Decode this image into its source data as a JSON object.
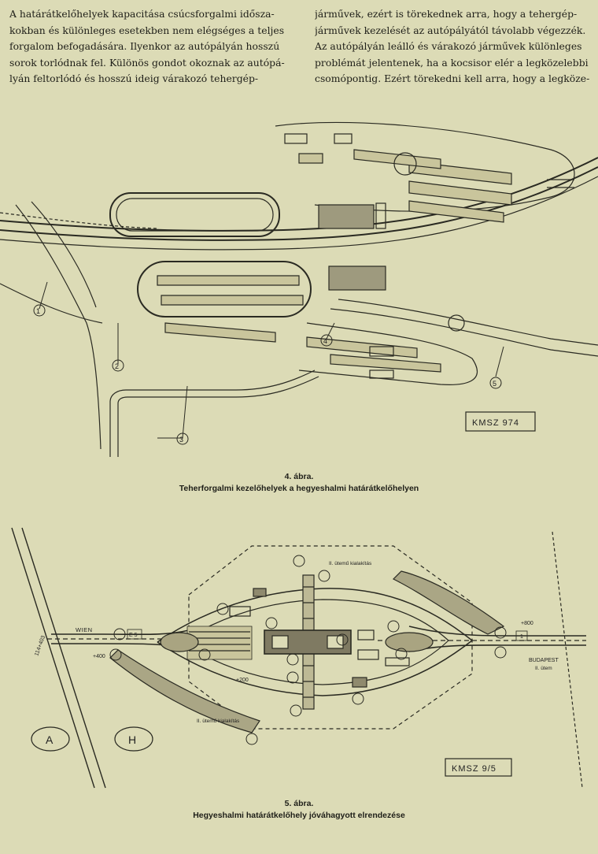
{
  "body_text": {
    "left_column": [
      "A határátkelőhelyek kapacitása csúcsforgalmi idősza-",
      "kokban és különleges esetekben nem elégséges a teljes",
      "forgalom befogadására. Ilyenkor az autópályán hosszú",
      "sorok torlódnak fel. Különös gondot okoznak az autópá-",
      "lyán feltorlódó és hosszú ideig várakozó tehergép-"
    ],
    "right_column": [
      "járművek, ezért is törekednek arra, hogy a tehergép-",
      "járművek kezelését az autópályától távolabb végezzék.",
      "Az autópályán leálló és várakozó járművek különleges",
      "problémát jelentenek, ha a kocsisor elér a legközelebbi",
      "csomópontig. Ezért törekedni kell arra, hogy a legköze-"
    ]
  },
  "figure4": {
    "stamp": "KMSZ 974",
    "callouts": [
      "1",
      "2",
      "3",
      "4",
      "5"
    ],
    "caption_number": "4. ábra.",
    "caption_title": "Teherforgalmi kezelőhelyek a hegyeshalmi határátkelőhelyen"
  },
  "figure5": {
    "stamp": "KMSZ 9/5",
    "label_wien": "WIEN",
    "label_budapest": "BUDAPEST",
    "label_e5": "E 5",
    "label_route1": "1",
    "label_plus400": "+400",
    "label_plus800": "+800",
    "label_plus200": "+200",
    "label_km": "114+403",
    "label_top_stage": "II. ütemű kialakítás",
    "label_bottom_stage": "II. ütemű kialakítás",
    "label_utem": "II. ütem",
    "country_a": "A",
    "country_h": "H",
    "caption_number": "5. ábra.",
    "caption_title": "Hegyeshalmi határátkelőhely jóváhagyott elrendezése"
  }
}
